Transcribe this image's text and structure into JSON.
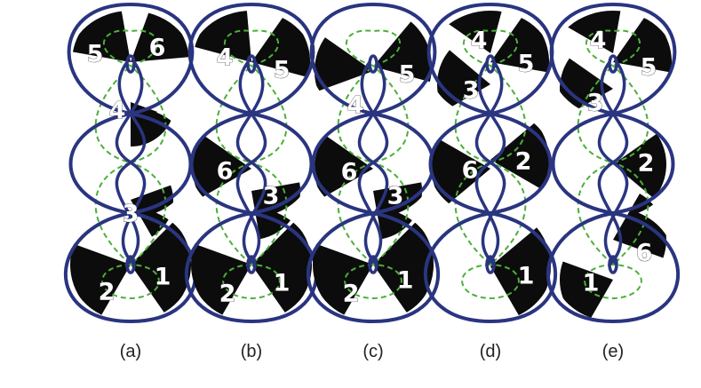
{
  "panels": [
    {
      "caption": "(a)",
      "labels": [
        "5",
        "6",
        "4",
        "3",
        "2",
        "1"
      ]
    },
    {
      "caption": "(b)",
      "labels": [
        "4",
        "5",
        "6",
        "3",
        "2",
        "1"
      ]
    },
    {
      "caption": "(c)",
      "labels": [
        "4",
        "5",
        "6",
        "3",
        "2",
        "1"
      ]
    },
    {
      "caption": "(d)",
      "labels": [
        "4",
        "5",
        "3",
        "6",
        "2",
        "1"
      ]
    },
    {
      "caption": "(e)",
      "labels": [
        "4",
        "5",
        "3",
        "2",
        "6",
        "1"
      ]
    }
  ],
  "colors": {
    "outline": "#2a3580",
    "dashed": "#4caf3a",
    "wedge": "#0c0c0c"
  }
}
